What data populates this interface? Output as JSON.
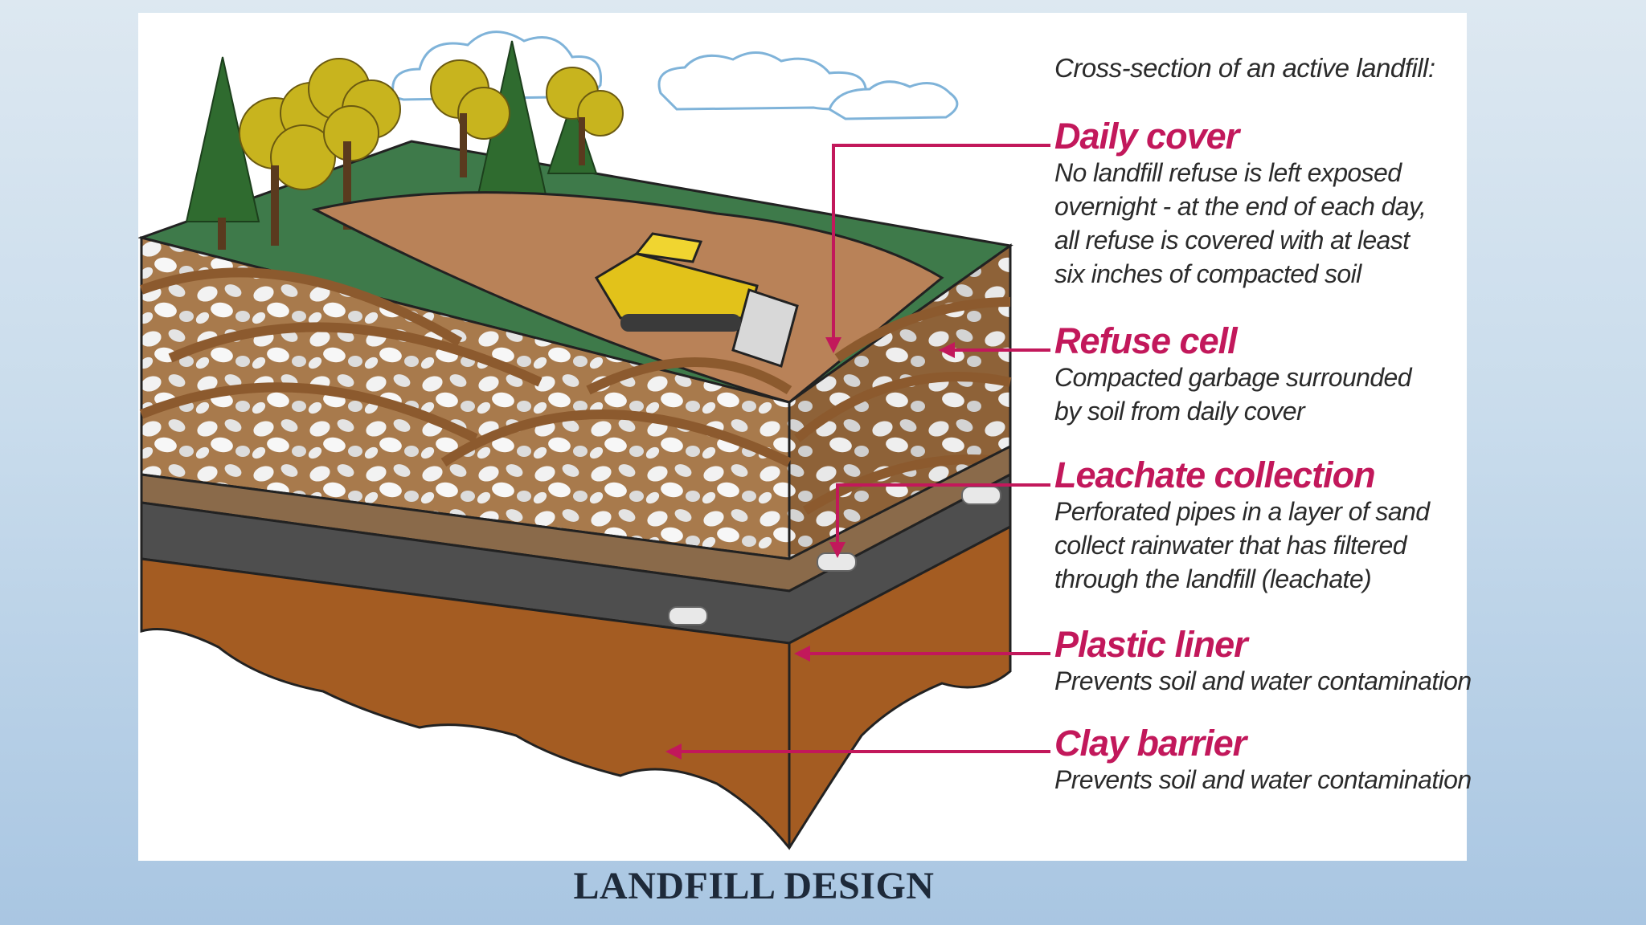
{
  "slide_title": "LANDFILL DESIGN",
  "diagram": {
    "heading": "Cross-section of an active landfill:",
    "labels": [
      {
        "title": "Daily cover",
        "description": "No landfill refuse is left exposed\novernight - at the end of each day,\nall refuse is covered with at least\nsix inches of compacted soil"
      },
      {
        "title": "Refuse cell",
        "description": "Compacted garbage surrounded\nby soil from daily cover"
      },
      {
        "title": "Leachate collection",
        "description": "Perforated pipes in a layer of sand\ncollect rainwater that has filtered\nthrough the landfill (leachate)"
      },
      {
        "title": "Plastic liner",
        "description": "Prevents soil and water contamination"
      },
      {
        "title": "Clay barrier",
        "description": "Prevents soil and water contamination"
      }
    ],
    "colors": {
      "label_accent": "#c2185b",
      "grass": "#3e7a4a",
      "cover_soil": "#b98258",
      "refuse_fill": "#a87a4c",
      "sand_layer": "#8a6a4a",
      "plastic_liner": "#4e4e4e",
      "clay": "#a45c22"
    }
  }
}
